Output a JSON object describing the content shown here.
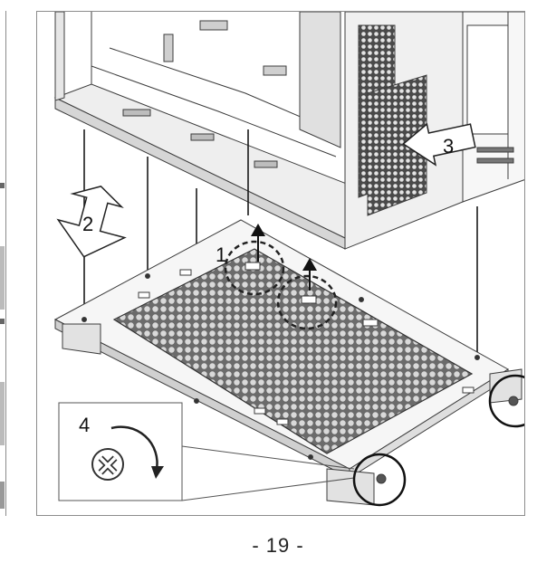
{
  "figure": {
    "steps": [
      {
        "number": "1",
        "description": ""
      },
      {
        "number": "2",
        "description": ""
      },
      {
        "number": "3",
        "description": ""
      },
      {
        "number": "4",
        "description": ""
      }
    ]
  },
  "footer": {
    "page_number": "- 19 -"
  }
}
